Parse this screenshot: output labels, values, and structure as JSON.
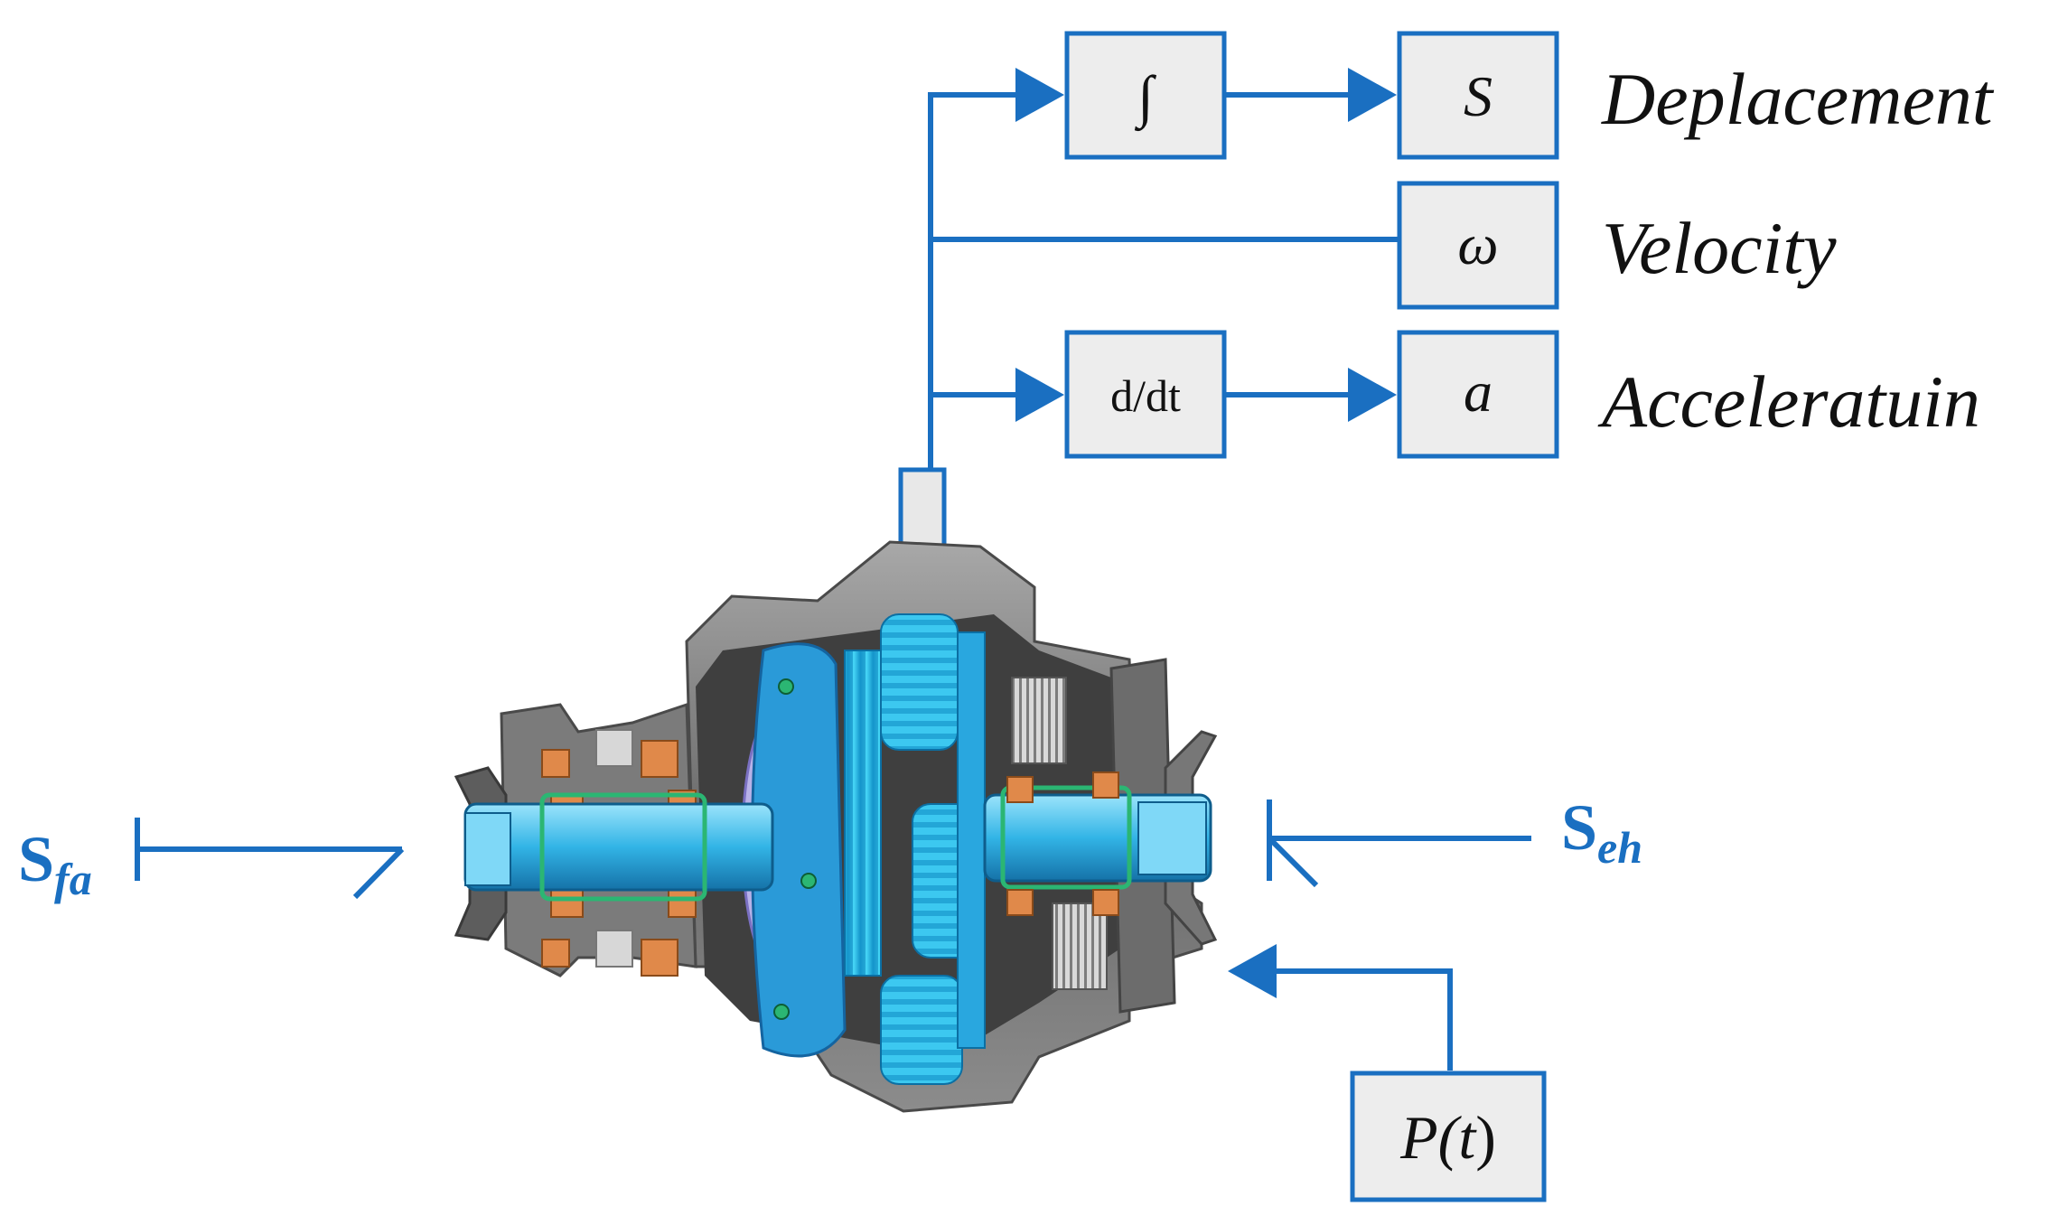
{
  "blocks": {
    "integrator": "∫",
    "displacement_symbol": "S",
    "velocity_symbol": "ω",
    "derivative": "d/dt",
    "acceleration_symbol": "a",
    "pressure_open": "P(",
    "pressure_var": "t",
    "pressure_close": ")"
  },
  "outputs": {
    "displacement": "Deplacement",
    "velocity": "Velocity",
    "acceleration": "Acceleratuin"
  },
  "inputs": {
    "left_main": "S",
    "left_sub": "fa",
    "right_main": "S",
    "right_sub": "eh"
  },
  "colors": {
    "accent": "#1a6fc1",
    "block_fill": "#ededed",
    "gear_cyan": "#2ec4ee",
    "shaft": "#3fb8e8",
    "housing": "#6e6e6e",
    "bearing": "#e0894a"
  },
  "icons": [
    "sensor-icon",
    "gearbox-icon",
    "arrow-icon"
  ]
}
